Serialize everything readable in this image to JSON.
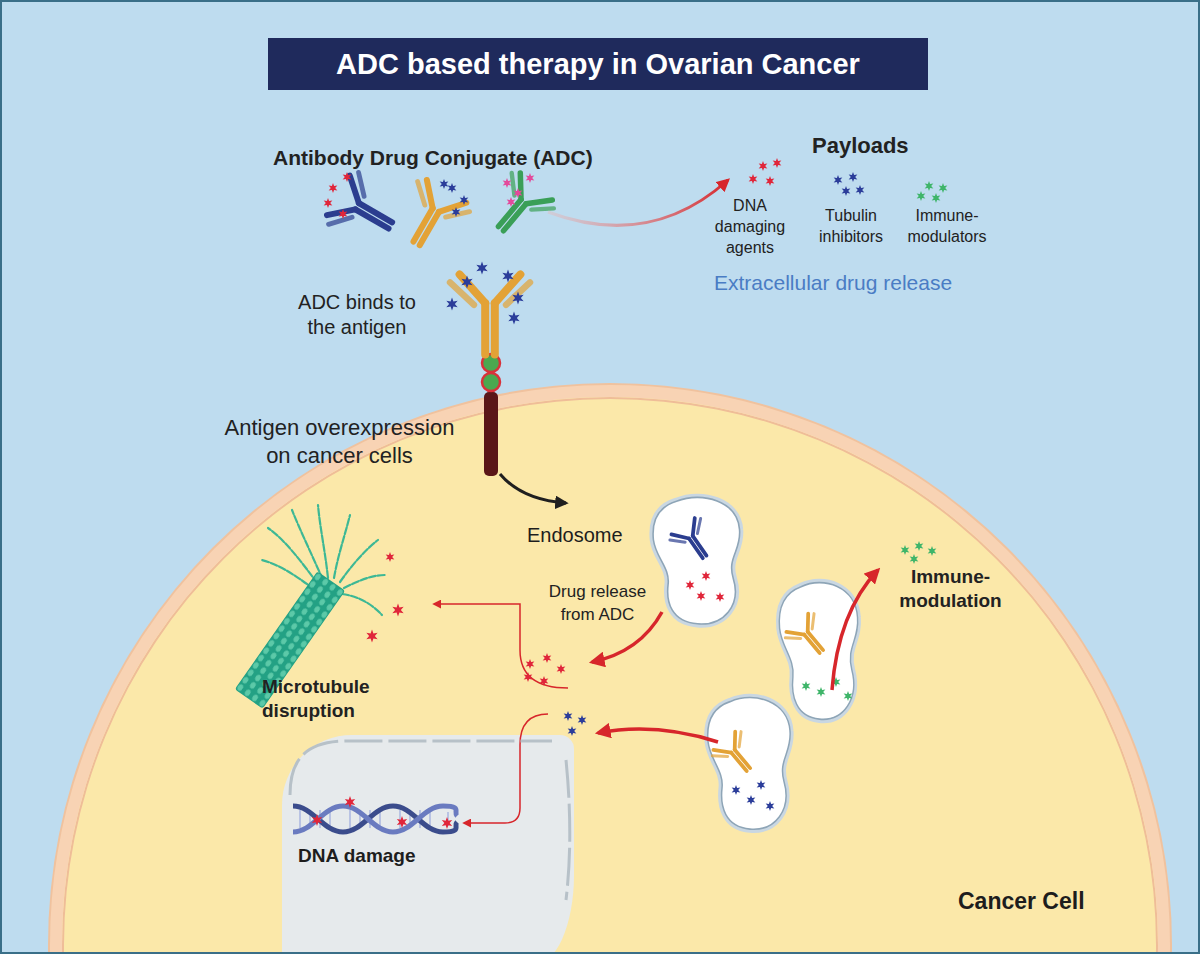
{
  "diagram": {
    "title": "ADC based therapy in Ovarian Cancer",
    "nodes": [
      {
        "text": [
          "Cancer Cell"
        ]
      },
      {
        "text": [
          "Endosome"
        ],
        "in": 0
      },
      {
        "text": [
          "DNA damage"
        ],
        "in": 0
      }
    ],
    "labels": [
      "Antibody Drug Conjugate (ADC)",
      "Payloads",
      "DNA damaging agents",
      "Tubulin inhibitors",
      "Immune-modulators",
      "Extracellular drug release",
      "ADC binds to the antigen",
      "Antigen overexpression on cancer cells",
      "Drug release from ADC",
      "Immune-modulation",
      "Microtubule disruption"
    ]
  }
}
